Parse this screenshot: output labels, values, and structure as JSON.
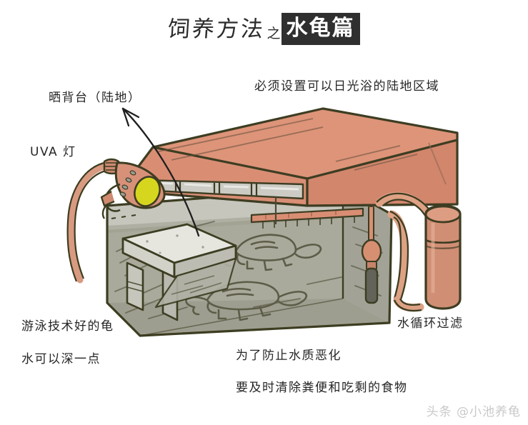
{
  "title": {
    "plain": "饲养方法",
    "zhi": "之",
    "boxed": "水龟篇",
    "boxed_bg": "#2f2f2f",
    "boxed_fg": "#ffffff"
  },
  "annotations": {
    "basking_platform": "晒背台（陆地）",
    "uva_lamp": "UVA 灯",
    "land_area": "必须设置可以日光浴的陆地区域",
    "good_swimmer": "游泳技术好的龟",
    "water_deeper": "水可以深一点",
    "prevent_foul": "为了防止水质恶化",
    "clean_waste": "要及时清除粪便和吃剩的食物",
    "water_filter": "水循环过滤"
  },
  "watermark": "头条 @小池养龟",
  "palette": {
    "outline": "#3d3d22",
    "hood": "#d98e74",
    "hood_shadow": "#c97f66",
    "hood_top": "#dd9479",
    "lamp_tube": "#ccccc4",
    "water": "#a8a89a",
    "water_light": "#b5b5a8",
    "water_dark": "#9d9d8f",
    "glass_back": "#c3c3bb",
    "platform": "#e3e3dc",
    "platform_side": "#cfcfc6",
    "filter_body": "#d08e74",
    "hose": "#d89a80",
    "bulb": "#d6d61f",
    "heater_dark": "#5f5f55",
    "turtle_line": "#5c5c48",
    "text": "#262626",
    "watermark": "#c9c9c9"
  },
  "scene_parts": {
    "hood": "aquarium-hood-with-light-tubes",
    "tank": "glass-aquarium-tank",
    "basking_platform": "raised-land-platform",
    "uva_lamp": "clamp-lamp-with-yellow-bulb",
    "canister_filter": "external-canister-filter",
    "heater": "submersible-heater-rod",
    "turtles": 2
  }
}
